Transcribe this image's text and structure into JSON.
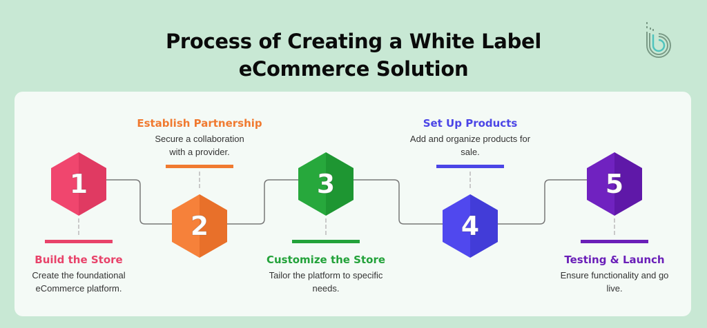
{
  "title": {
    "line1": "Process of Creating a White Label",
    "line2": "eCommerce Solution"
  },
  "logo": {
    "icon": "brand-b-logo-icon",
    "colors": [
      "#7a9a86",
      "#4fc3bd"
    ]
  },
  "steps": [
    {
      "number": "1",
      "label": "Build the Store",
      "desc_line1": "Create the foundational",
      "desc_line2": "eCommerce platform.",
      "color": "#e8436a",
      "position": "top"
    },
    {
      "number": "2",
      "label": "Establish Partnership",
      "desc_line1": "Secure a collaboration",
      "desc_line2": "with a provider.",
      "color": "#f07a30",
      "position": "bottom"
    },
    {
      "number": "3",
      "label": "Customize the Store",
      "desc_line1": "Tailor the platform to specific",
      "desc_line2": "needs.",
      "color": "#23a23a",
      "position": "top"
    },
    {
      "number": "4",
      "label": "Set Up Products",
      "desc_line1": "Add and organize products for",
      "desc_line2": "sale.",
      "color": "#4b45e6",
      "position": "bottom"
    },
    {
      "number": "5",
      "label": "Testing & Launch",
      "desc_line1": "Ensure functionality and go",
      "desc_line2": "live.",
      "color": "#6a1fb8",
      "position": "top"
    }
  ]
}
